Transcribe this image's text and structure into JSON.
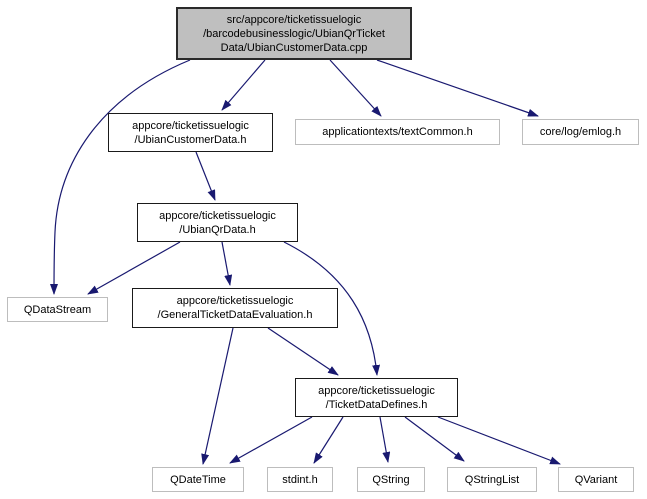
{
  "diagram": {
    "kind": "include-dependency-graph",
    "colors": {
      "background": "#ffffff",
      "edge": "#191970",
      "source_node_fill": "#bfbfbf",
      "node_fill": "#ffffff",
      "internal_border": "#1a1a1a",
      "external_border": "#bdbdbd",
      "text": "#000000"
    },
    "nodes": [
      {
        "id": "ubian-customer-data-cpp",
        "kind": "source",
        "lines": [
          "src/appcore/ticketissuelogic",
          "/barcodebusinesslogic/UbianQrTicket",
          "Data/UbianCustomerData.cpp"
        ]
      },
      {
        "id": "ubian-customer-data-h",
        "kind": "internal",
        "lines": [
          "appcore/ticketissuelogic",
          "/UbianCustomerData.h"
        ]
      },
      {
        "id": "text-common-h",
        "kind": "external",
        "lines": [
          "applicationtexts/textCommon.h"
        ]
      },
      {
        "id": "emlog-h",
        "kind": "external",
        "lines": [
          "core/log/emlog.h"
        ]
      },
      {
        "id": "ubian-qr-data-h",
        "kind": "internal",
        "lines": [
          "appcore/ticketissuelogic",
          "/UbianQrData.h"
        ]
      },
      {
        "id": "qdatastream",
        "kind": "external",
        "lines": [
          "QDataStream"
        ]
      },
      {
        "id": "general-ticket-data-evaluation-h",
        "kind": "internal",
        "lines": [
          "appcore/ticketissuelogic",
          "/GeneralTicketDataEvaluation.h"
        ]
      },
      {
        "id": "ticket-data-defines-h",
        "kind": "internal",
        "lines": [
          "appcore/ticketissuelogic",
          "/TicketDataDefines.h"
        ]
      },
      {
        "id": "qdatetime",
        "kind": "external",
        "lines": [
          "QDateTime"
        ]
      },
      {
        "id": "stdint-h",
        "kind": "external",
        "lines": [
          "stdint.h"
        ]
      },
      {
        "id": "qstring",
        "kind": "external",
        "lines": [
          "QString"
        ]
      },
      {
        "id": "qstringlist",
        "kind": "external",
        "lines": [
          "QStringList"
        ]
      },
      {
        "id": "qvariant",
        "kind": "external",
        "lines": [
          "QVariant"
        ]
      }
    ],
    "edges": [
      {
        "from": "ubian-customer-data-cpp",
        "to": "ubian-customer-data-h"
      },
      {
        "from": "ubian-customer-data-cpp",
        "to": "text-common-h"
      },
      {
        "from": "ubian-customer-data-cpp",
        "to": "emlog-h"
      },
      {
        "from": "ubian-customer-data-cpp",
        "to": "qdatastream"
      },
      {
        "from": "ubian-customer-data-h",
        "to": "ubian-qr-data-h"
      },
      {
        "from": "ubian-qr-data-h",
        "to": "qdatastream"
      },
      {
        "from": "ubian-qr-data-h",
        "to": "general-ticket-data-evaluation-h"
      },
      {
        "from": "ubian-qr-data-h",
        "to": "ticket-data-defines-h"
      },
      {
        "from": "general-ticket-data-evaluation-h",
        "to": "ticket-data-defines-h"
      },
      {
        "from": "general-ticket-data-evaluation-h",
        "to": "qdatetime"
      },
      {
        "from": "ticket-data-defines-h",
        "to": "qdatetime"
      },
      {
        "from": "ticket-data-defines-h",
        "to": "stdint-h"
      },
      {
        "from": "ticket-data-defines-h",
        "to": "qstring"
      },
      {
        "from": "ticket-data-defines-h",
        "to": "qstringlist"
      },
      {
        "from": "ticket-data-defines-h",
        "to": "qvariant"
      }
    ]
  }
}
